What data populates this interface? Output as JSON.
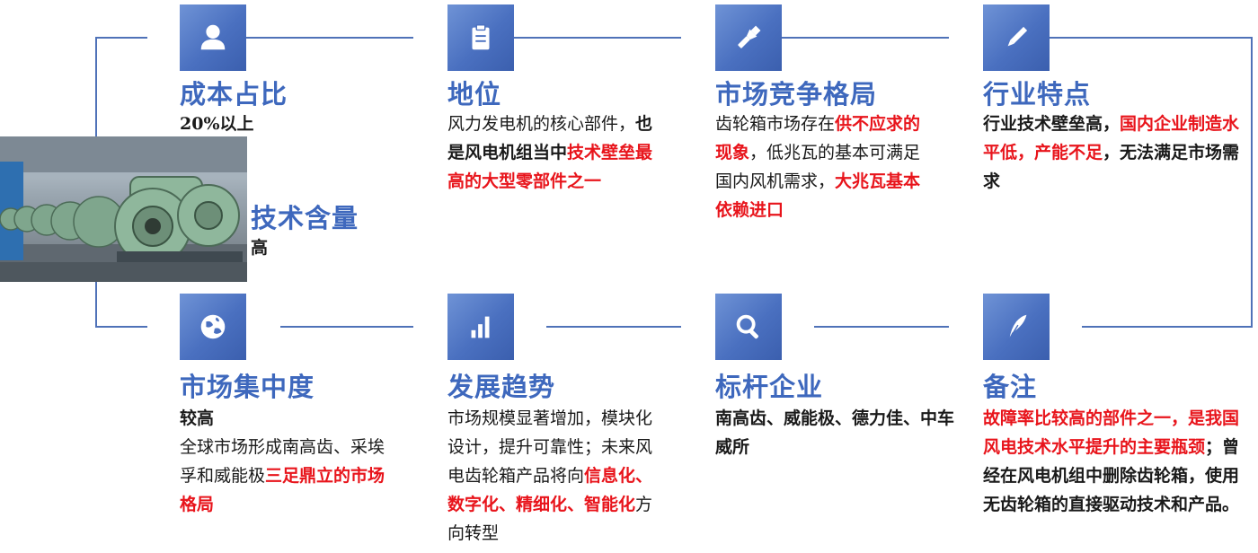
{
  "accent_color": "#3e68bd",
  "highlight_color": "#e8141b",
  "photo": {
    "icon": "gearbox-machinery-photo"
  },
  "items": [
    {
      "id": "cost",
      "icon": "user-icon",
      "title": "成本占比",
      "segments": [
        {
          "text": "20%以上",
          "style": "b"
        }
      ]
    },
    {
      "id": "position",
      "icon": "clipboard-icon",
      "title": "地位",
      "segments": [
        {
          "text": "风力发电机的核心部件，",
          "style": "n"
        },
        {
          "text": "也是风电机组当中",
          "style": "b"
        },
        {
          "text": "技术壁垒最高的大型零部件之一",
          "style": "r"
        }
      ]
    },
    {
      "id": "competition",
      "icon": "flashlight-icon",
      "title": "市场竞争格局",
      "segments": [
        {
          "text": "齿轮箱市场存在",
          "style": "n"
        },
        {
          "text": "供不应求的现象",
          "style": "r"
        },
        {
          "text": "，低兆瓦的基本可满足国内风机需求，",
          "style": "n"
        },
        {
          "text": "大兆瓦基本依赖进口",
          "style": "r"
        }
      ]
    },
    {
      "id": "features",
      "icon": "pencil-icon",
      "title": "行业特点",
      "segments": [
        {
          "text": "行业技术壁垒高，",
          "style": "b"
        },
        {
          "text": "国内企业制造水平低，产能不足",
          "style": "r"
        },
        {
          "text": "，无法满足市场需求",
          "style": "b"
        }
      ]
    },
    {
      "id": "tech",
      "icon": "",
      "title": "技术含量",
      "segments": [
        {
          "text": "高",
          "style": "b"
        }
      ]
    },
    {
      "id": "concentration",
      "icon": "globe-icon",
      "title": "市场集中度",
      "segments": [
        {
          "text": "较高",
          "style": "b"
        },
        {
          "text": "全球市场形成南高齿、采埃孚和威能极",
          "style": "n"
        },
        {
          "text": "三足鼎立的市场格局",
          "style": "r"
        }
      ]
    },
    {
      "id": "trend",
      "icon": "bar-chart-icon",
      "title": "发展趋势",
      "segments": [
        {
          "text": "市场规模显著增加，模块化设计，提升可靠性；未来风电齿轮箱产品将向",
          "style": "n"
        },
        {
          "text": "信息化、数字化、精细化、智能化",
          "style": "r"
        },
        {
          "text": "方向转型",
          "style": "n"
        }
      ]
    },
    {
      "id": "benchmark",
      "icon": "search-icon",
      "title": "标杆企业",
      "segments": [
        {
          "text": "南高齿、威能极、德力佳、中车威所",
          "style": "b"
        }
      ]
    },
    {
      "id": "notes",
      "icon": "feather-icon",
      "title": "备注",
      "segments": [
        {
          "text": "故障率比较高的部件之一，是我国风电技术水平提升的主要瓶颈",
          "style": "r"
        },
        {
          "text": "；曾经在风电机组中删除齿轮箱，使用无齿轮箱的直接驱动技术和产品。",
          "style": "b"
        }
      ]
    }
  ]
}
